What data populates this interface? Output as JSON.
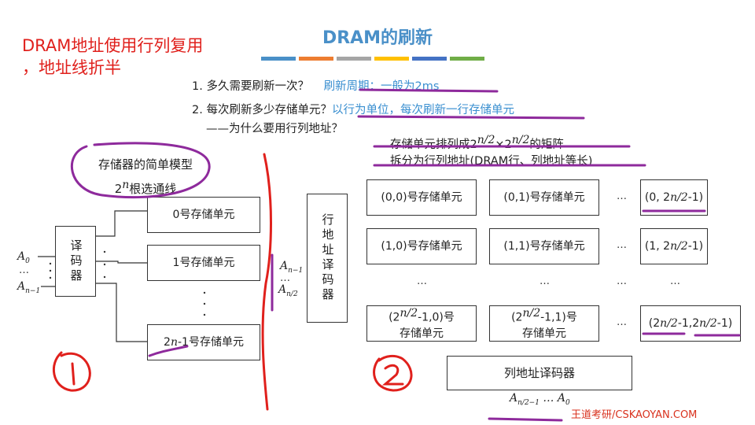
{
  "title": "DRAM的刷新",
  "title_bar_colors": [
    "#4a90c8",
    "#ed7d31",
    "#a5a5a5",
    "#ffc000",
    "#4472c4",
    "#70ad47"
  ],
  "note": {
    "line1": "DRAM地址使用行列复用",
    "line2": "，地址线折半"
  },
  "questions": {
    "q1": "1. 多久需要刷新一次？",
    "a1": "刷新周期：一般为2ms",
    "q2": "2. 每次刷新多少存储单元？",
    "a2": "以行为单位，每次刷新一行存储单元",
    "q3": "——为什么要用行列地址？",
    "a3_line1_prefix": "存储单元排列成2",
    "a3_line1_mid": "×2",
    "a3_line1_suffix": "的矩阵",
    "a3_exp": "n/2",
    "a3_line2": "拆分为行列地址(DRAM行、列地址等长)"
  },
  "model1": {
    "title_line1": "存储器的简单模型",
    "title_line2_base": "2",
    "title_line2_exp": "n",
    "title_line2_rest": "根选通线",
    "decoder_label": "译码器",
    "cells": [
      "0号存储单元",
      "1号存储单元"
    ],
    "last_cell_base": "2",
    "last_cell_exp": "n",
    "last_cell_rest": "-1号存储单元",
    "addr_top": "A",
    "addr_top_sub": "0",
    "addr_bottom": "A",
    "addr_bottom_sub": "n−1",
    "marker": "①"
  },
  "model2": {
    "row_decoder_label": "行地址译码器",
    "col_decoder_label": "列地址译码器",
    "row_addr_top": "A",
    "row_addr_top_sub": "n−1",
    "row_addr_bottom": "A",
    "row_addr_bottom_sub": "n/2",
    "col_addr_left": "A",
    "col_addr_left_sub": "n/2−1",
    "col_addr_mid": "…",
    "col_addr_right": "A",
    "col_addr_right_sub": "0",
    "cells": {
      "r0c0": "(0,0)号存储单元",
      "r0c1": "(0,1)号存储单元",
      "r0cn_pre": "(0, 2",
      "r0cn_exp": "n/2",
      "r0cn_post": "-1)",
      "r1c0": "(1,0)号存储单元",
      "r1c1": "(1,1)号存储单元",
      "r1cn_pre": "(1, 2",
      "r1cn_exp": "n/2",
      "r1cn_post": "-1)",
      "rnc0_pre": "(2",
      "rnc0_exp": "n/2",
      "rnc0_post": "-1,0)号",
      "rnc0_line2": "存储单元",
      "rnc1_pre": "(2",
      "rnc1_exp": "n/2",
      "rnc1_post": "-1,1)号",
      "rnc1_line2": "存储单元",
      "rncn_pre": "(2",
      "rncn_exp": "n/2",
      "rncn_mid": "-1,2",
      "rncn_exp2": "n/2",
      "rncn_post": "-1)"
    },
    "ellipsis": "…",
    "marker": "②"
  },
  "brand": "王道考研/CSKAOYAN.COM"
}
